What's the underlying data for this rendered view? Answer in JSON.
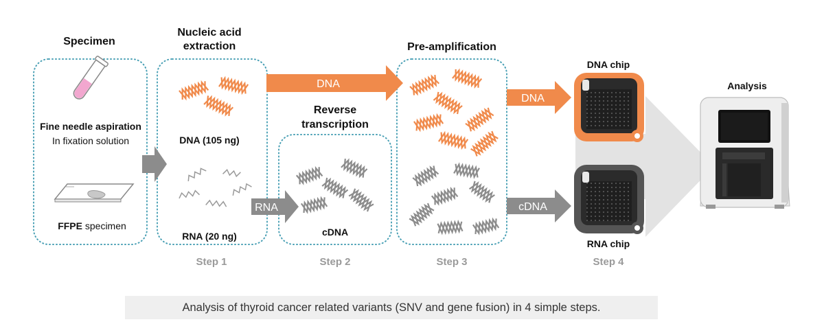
{
  "titles": {
    "specimen": "Specimen",
    "extraction_line1": "Nucleic acid",
    "extraction_line2": "extraction",
    "preamp": "Pre-amplification",
    "rt_line1": "Reverse",
    "rt_line2": "transcription",
    "dna_chip": "DNA chip",
    "rna_chip": "RNA chip",
    "analysis": "Analysis"
  },
  "specimen": {
    "fna_bold": "Fine needle aspiration",
    "fna_sub": "In fixation solution",
    "ffpe_bold": "FFPE",
    "ffpe_rest": " specimen"
  },
  "labels": {
    "dna_amount": "DNA (105 ng)",
    "rna_amount": "RNA (20 ng)",
    "cdna": "cDNA"
  },
  "arrows": {
    "dna_big": "DNA",
    "rna": "RNA",
    "dna_small": "DNA",
    "cdna": "cDNA"
  },
  "steps": [
    "Step 1",
    "Step 2",
    "Step 3",
    "Step 4"
  ],
  "caption": "Analysis of thyroid cancer related variants (SNV and gene fusion) in 4 simple steps.",
  "colors": {
    "dna_orange": "#f08a4b",
    "rna_gray": "#8c8c8c",
    "box_dotted": "#4aa0b5",
    "step_gray": "#9a9a9a",
    "big_arrow": "#e3e3e3",
    "tube_pink": "#f2a7cf"
  },
  "icons": {
    "tube": "test-tube-icon",
    "slide": "slide-icon",
    "chip": "chip-icon",
    "instrument": "analyzer-icon"
  }
}
